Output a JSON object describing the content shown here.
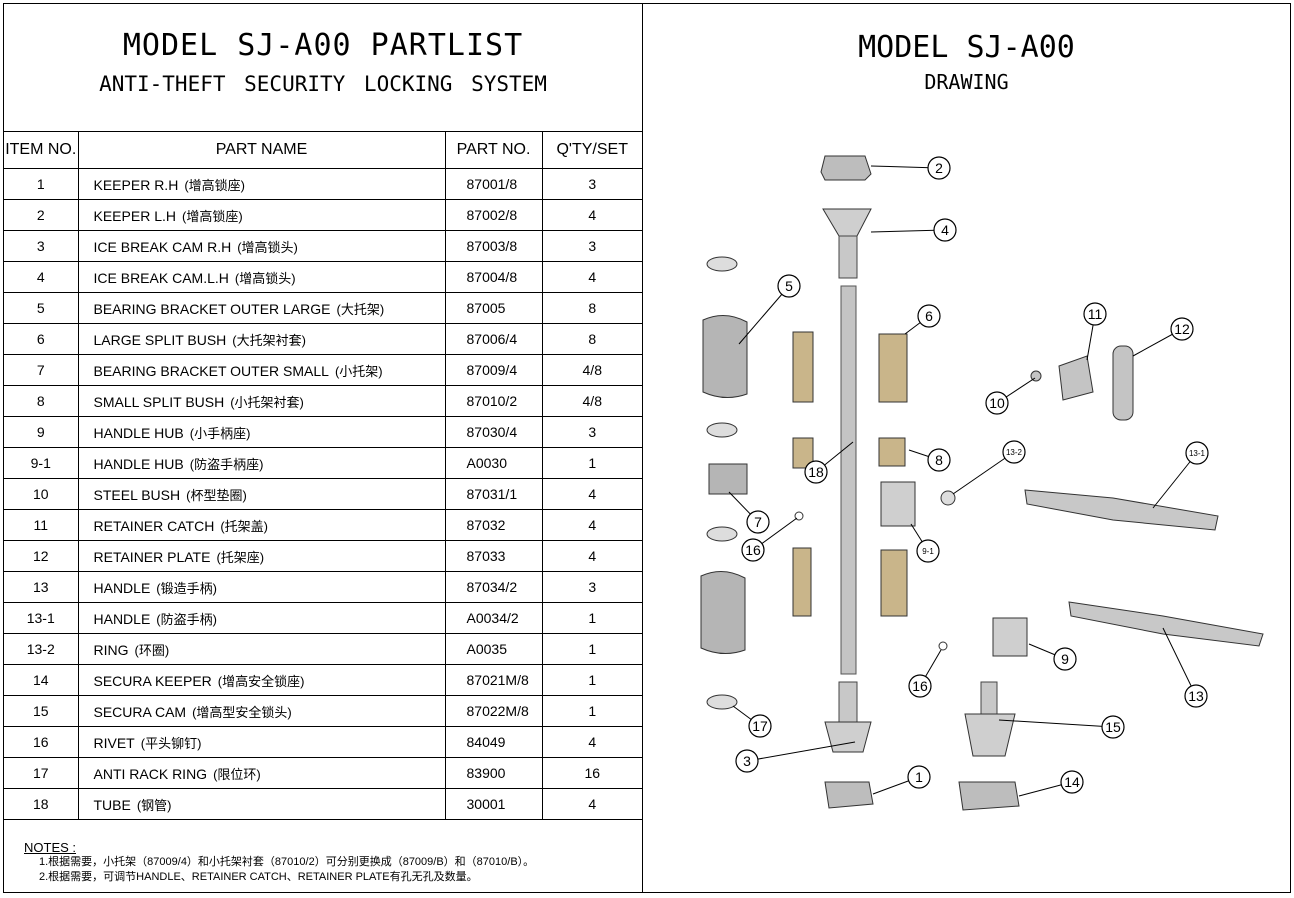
{
  "partlist": {
    "title": "MODEL SJ-A00 PARTLIST",
    "subtitle": "ANTI-THEFT  SECURITY LOCKING SYSTEM",
    "headers": {
      "item_no": "ITEM NO.",
      "part_name": "PART NAME",
      "part_no": "PART NO.",
      "qty": "Q'TY/SET"
    },
    "rows": [
      {
        "item": "1",
        "name": "KEEPER R.H",
        "cn": "(增高锁座)",
        "part_no": "87001/8",
        "qty": "3"
      },
      {
        "item": "2",
        "name": "KEEPER L.H",
        "cn": "(增高锁座)",
        "part_no": "87002/8",
        "qty": "4"
      },
      {
        "item": "3",
        "name": "ICE BREAK CAM R.H",
        "cn": "(增高锁头)",
        "part_no": "87003/8",
        "qty": "3"
      },
      {
        "item": "4",
        "name": "ICE BREAK CAM.L.H",
        "cn": "(增高锁头)",
        "part_no": "87004/8",
        "qty": "4"
      },
      {
        "item": "5",
        "name": "BEARING BRACKET OUTER LARGE",
        "cn": "(大托架)",
        "part_no": "87005",
        "qty": "8"
      },
      {
        "item": "6",
        "name": "LARGE SPLIT BUSH",
        "cn": "(大托架衬套)",
        "part_no": "87006/4",
        "qty": "8"
      },
      {
        "item": "7",
        "name": "BEARING BRACKET OUTER SMALL",
        "cn": "(小托架)",
        "part_no": "87009/4",
        "qty": "4/8"
      },
      {
        "item": "8",
        "name": "SMALL SPLIT BUSH",
        "cn": "(小托架衬套)",
        "part_no": "87010/2",
        "qty": "4/8"
      },
      {
        "item": "9",
        "name": "HANDLE HUB",
        "cn": "(小手柄座)",
        "part_no": "87030/4",
        "qty": "3"
      },
      {
        "item": "9-1",
        "name": "HANDLE HUB",
        "cn": "(防盗手柄座)",
        "part_no": "A0030",
        "qty": "1"
      },
      {
        "item": "10",
        "name": "STEEL BUSH",
        "cn": "(杯型垫圈)",
        "part_no": "87031/1",
        "qty": "4"
      },
      {
        "item": "11",
        "name": "RETAINER CATCH",
        "cn": "(托架盖)",
        "part_no": "87032",
        "qty": "4"
      },
      {
        "item": "12",
        "name": "RETAINER PLATE",
        "cn": "(托架座)",
        "part_no": "87033",
        "qty": "4"
      },
      {
        "item": "13",
        "name": "HANDLE",
        "cn": "(锻造手柄)",
        "part_no": "87034/2",
        "qty": "3"
      },
      {
        "item": "13-1",
        "name": "HANDLE",
        "cn": "(防盗手柄)",
        "part_no": "A0034/2",
        "qty": "1"
      },
      {
        "item": "13-2",
        "name": "RING",
        "cn": "(环圈)",
        "part_no": "A0035",
        "qty": "1"
      },
      {
        "item": "14",
        "name": "SECURA  KEEPER",
        "cn": "(增高安全锁座)",
        "part_no": "87021M/8",
        "qty": "1"
      },
      {
        "item": "15",
        "name": "SECURA  CAM",
        "cn": "(增高型安全锁头)",
        "part_no": "87022M/8",
        "qty": "1"
      },
      {
        "item": "16",
        "name": "RIVET",
        "cn": "(平头铆钉)",
        "part_no": "84049",
        "qty": "4"
      },
      {
        "item": "17",
        "name": "ANTI RACK RING",
        "cn": "(限位环)",
        "part_no": "83900",
        "qty": "16"
      },
      {
        "item": "18",
        "name": "TUBE",
        "cn": "(钢管)",
        "part_no": "30001",
        "qty": "4"
      }
    ],
    "notes": {
      "title": "NOTES :",
      "lines": [
        "1.根据需要，小托架（87009/4）和小托架衬套（87010/2）可分别更换成（87009/B）和（87010/B）。",
        "2.根据需要，可调节HANDLE、RETAINER CATCH、RETAINER PLATE有孔无孔及数量。"
      ]
    }
  },
  "drawing": {
    "title": "MODEL SJ-A00",
    "subtitle": "DRAWING",
    "callouts": [
      "2",
      "4",
      "5",
      "6",
      "11",
      "12",
      "10",
      "18",
      "8",
      "13-2",
      "13-1",
      "7",
      "16",
      "9-1",
      "9",
      "16",
      "13",
      "17",
      "15",
      "3",
      "1",
      "14"
    ]
  },
  "colors": {
    "metal": "#b9b9b9",
    "bush": "#c9b58a",
    "line": "#000000"
  }
}
